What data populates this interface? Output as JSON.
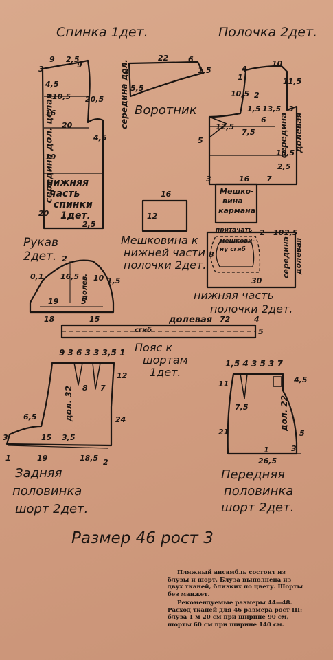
{
  "titles": {
    "spinka": "Спинка 1дет.",
    "polochka": "Полочка 2дет.",
    "vorotnik": "Воротник",
    "rukav_1": "Рукав",
    "rukav_2": "2дет.",
    "meshk_1": "Мешковина к",
    "meshk_2": "нижней части",
    "meshk_3": "полочки 2дет.",
    "nizh_1": "нижняя часть",
    "nizh_2": "полочки 2дет.",
    "poyas_1": "Пояс к",
    "poyas_2": "шортам",
    "poyas_3": "1дет.",
    "zadn_1": "Задняя",
    "zadn_2": "половинка",
    "zadn_3": "шорт 2дет.",
    "pered_1": "Передняя",
    "pered_2": "половинка",
    "pered_3": "шорт 2дет.",
    "razmer": "Размер 46 рост 3"
  },
  "labels": {
    "ser_dol_cel": "середина дол. целая",
    "nizh_spinki_1": "нижняя",
    "nizh_spinki_2": "часть",
    "nizh_spinki_3": "спинки",
    "nizh_spinki_4": "1дет.",
    "ser_dol_vor_1": "середина дол.",
    "ser_dol_pol": "середина",
    "dolevaya_pol": "долевая",
    "meshk_karm_1": "Мешко-",
    "meshk_karm_2": "вина",
    "meshk_karm_3": "кармана",
    "pritachn": "притачать",
    "meshk_sgib": "мешкови-",
    "meshk_sgib2": "ну сгиб",
    "ser_dol_nizh": "середина",
    "dolevaya_nizh": "долевая",
    "dolevaya_poyas": "долевая",
    "sgib": "сгиб",
    "dol_zadn": "дол. 32",
    "dol_pered": "дол. 22",
    "dolev_rukav": "долев."
  },
  "numbers": {
    "sp_3": "3",
    "sp_9": "9",
    "sp_25a": "2,5",
    "sp_9b": "9",
    "sp_45": "4,5",
    "sp_105": "10,5",
    "sp_205": "20,5",
    "sp_16": "16",
    "sp_20": "20",
    "sp_45b": "4,5",
    "sp_19": "19",
    "sp_20b": "20",
    "sp_25": "2,5",
    "vr_22": "22",
    "vr_6": "6",
    "vr_3": "3",
    "vr_15": "1,5",
    "vr_55": "5,5",
    "pl_10": "10",
    "pl_4": "4",
    "pl_1": "1",
    "pl_115": "11,5",
    "pl_105": "10,5",
    "pl_2": "2",
    "pl_135": "13,5",
    "pl_15a": "1,5",
    "pl_125": "12,5",
    "pl_75": "7,5",
    "pl_5": "5",
    "pl_3": "3",
    "pl_16": "16",
    "pl_7": "7",
    "pl_6": "6",
    "pl_105b": "10,5",
    "pl_25": "2,5",
    "pl_3b": "3",
    "mk_16": "16",
    "mk_12": "12",
    "rk_2": "2",
    "rk_01": "0,1",
    "rk_10": "10",
    "rk_165": "16,5",
    "rk_15": "1,5",
    "rk_19": "19",
    "rk_5": "5",
    "rk_18": "18",
    "rk_15b": "15",
    "nz_2": "2",
    "nz_10": "10",
    "nz_25": "2,5",
    "nz_8": "8",
    "nz_30": "30",
    "py_72": "72",
    "py_4": "4",
    "py_5": "5",
    "zd_top": "9 3 6 3 3 3,5 1",
    "zd_12": "12",
    "zd_8": "8",
    "zd_7": "7",
    "zd_65": "6,5",
    "zd_24": "24",
    "zd_15": "15",
    "zd_35": "3,5",
    "zd_3": "3",
    "zd_1": "1",
    "zd_19": "19",
    "zd_185": "18,5",
    "zd_2": "2",
    "pd_top": "1,5 4 3 5 3 7",
    "pd_11": "11",
    "pd_75": "7,5",
    "pd_45": "4,5",
    "pd_21": "21",
    "pd_5": "5",
    "pd_3": "3",
    "pd_1": "1",
    "pd_265": "26,5"
  },
  "caption": {
    "p1": "Пляжный ансамбль состоит из блузы и шорт. Блуза выполнена из двух тканей, близких по цвету. Шорты без манжет.",
    "p2": "Рекомендуемые размеры 44—48. Расход тканей для 46 размера рост III: блуза 1 м 20 см при ширине 90 см, шорты 60 см при ширине 140 см."
  }
}
